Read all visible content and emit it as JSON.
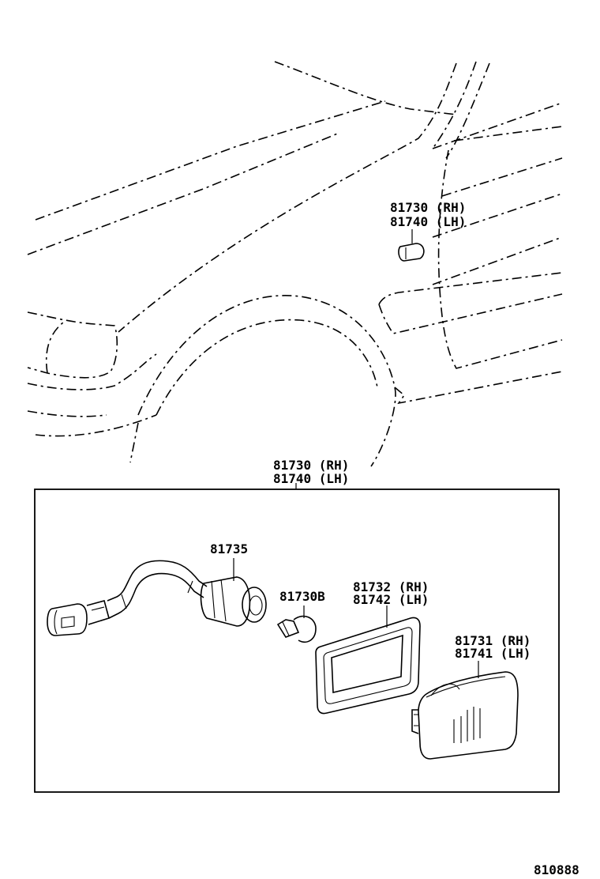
{
  "callouts": {
    "lamp_rh": "81730 (RH)",
    "lamp_lh": "81740 (LH)",
    "assy_rh": "81730 (RH)",
    "assy_lh": "81740 (LH)",
    "socket": "81735",
    "bulb": "81730B",
    "gasket_rh": "81732 (RH)",
    "gasket_lh": "81742 (LH)",
    "lens_rh": "81731 (RH)",
    "lens_lh": "81741 (LH)"
  },
  "diagram_number": "810888"
}
